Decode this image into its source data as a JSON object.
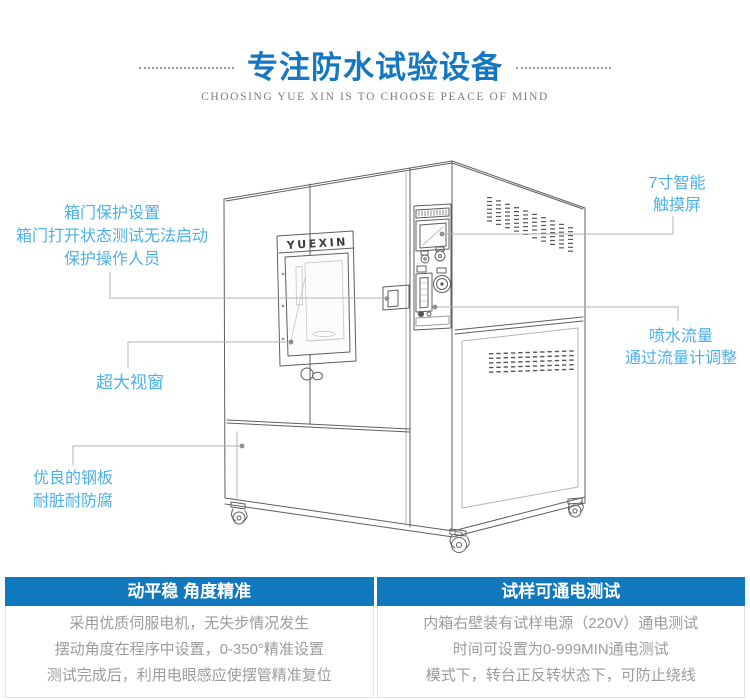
{
  "header": {
    "title": "专注防水试验设备",
    "subtitle": "CHOOSING YUE XIN IS TO CHOOSE PEACE OF MIND"
  },
  "diagram": {
    "brand": "YUEXIN",
    "callouts": {
      "door_protection": {
        "line1": "箱门保护设置",
        "line2": "箱门打开状态测试无法启动",
        "line3": "保护操作人员"
      },
      "large_window": {
        "line1": "超大视窗"
      },
      "steel_plate": {
        "line1": "优良的钢板",
        "line2": "耐脏耐防腐"
      },
      "touch_screen": {
        "line1": "7寸智能",
        "line2": "触摸屏"
      },
      "spray_flow": {
        "line1": "喷水流量",
        "line2": "通过流量计调整"
      }
    }
  },
  "feature_panels": [
    {
      "title": "动平稳 角度精准",
      "line1": "采用优质伺服电机，无失步情况发生",
      "line2": "摆动角度在程序中设置，0-350°精准设置",
      "line3": "测试完成后，利用电眼感应使摆管精准复位"
    },
    {
      "title": "试样可通电测试",
      "line1": "内箱右壁装有试样电源（220V）通电测试",
      "line2": "时间可设置为0-999MIN通电测试",
      "line3": "模式下，转台正反转状态下，可防止绕线"
    }
  ],
  "colors": {
    "title_blue": "#1477c0",
    "panel_header_blue": "#1278be",
    "callout_blue": "#4db0e6"
  }
}
